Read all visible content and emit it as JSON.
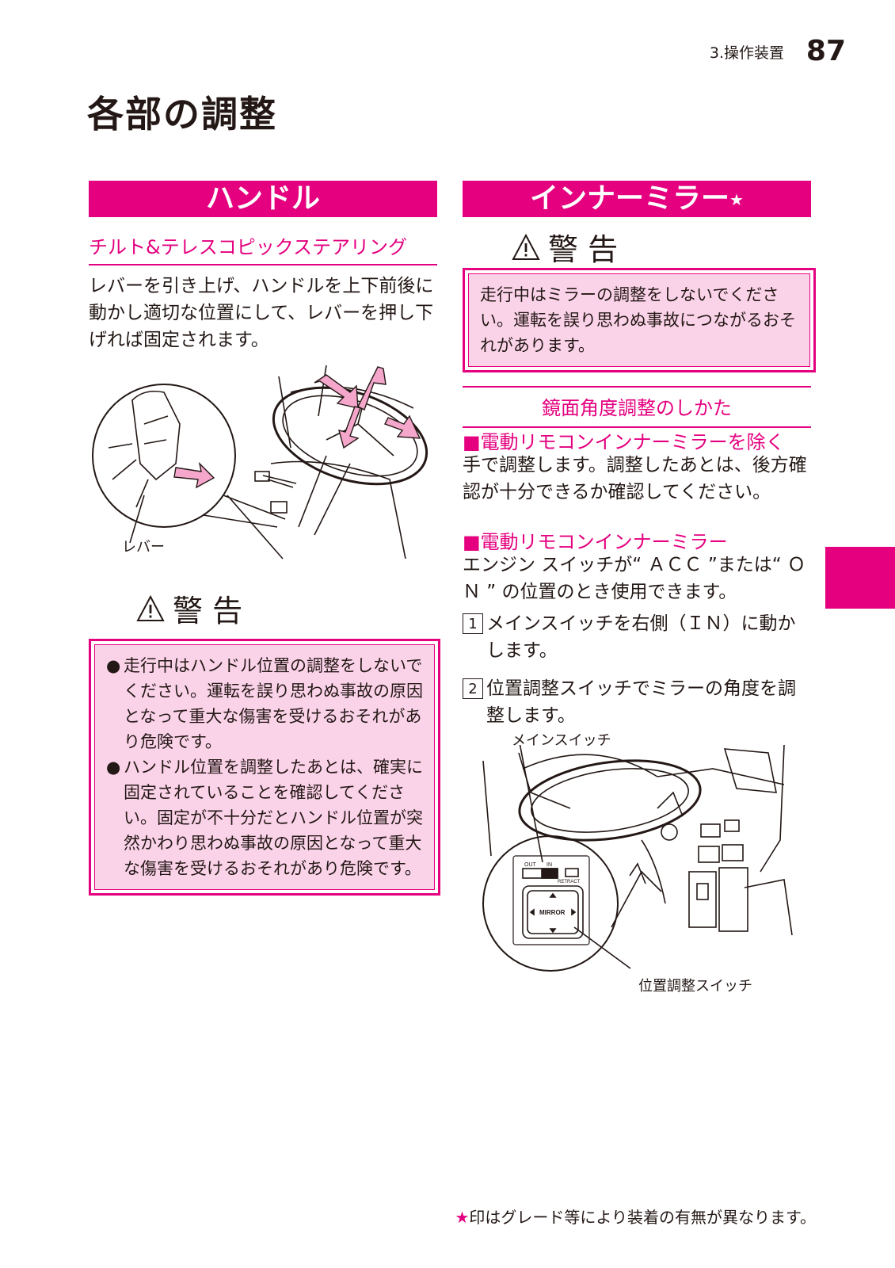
{
  "header": {
    "section": "3.操作装置",
    "page_number": "87"
  },
  "title": "各部の調整",
  "left": {
    "band": "ハンドル",
    "sub_heading": "チルト&テレスコピックステアリング",
    "body": "レバーを引き上げ、ハンドルを上下前後に動かし適切な位置にして、レバーを押し下げれば固定されます。",
    "figure_label": "レバー",
    "warning": {
      "title": "警 告",
      "bullets": [
        "走行中はハンドル位置の調整をしないでください。運転を誤り思わぬ事故の原因となって重大な傷害を受けるおそれがあり危険です。",
        "ハンドル位置を調整したあとは、確実に固定されていることを確認してください。固定が不十分だとハンドル位置が突然かわり思わぬ事故の原因となって重大な傷害を受けるおそれがあり危険です。"
      ]
    }
  },
  "right": {
    "band": "インナーミラー",
    "band_star": "★",
    "warning": {
      "title": "警 告",
      "text": "走行中はミラーの調整をしないでください。運転を誤り思わぬ事故につながるおそれがあります。"
    },
    "center_heading": "鏡面角度調整のしかた",
    "sub1": {
      "title": "■電動リモコンインナーミラーを除く",
      "body": "手で調整します。調整したあとは、後方確認が十分できるか確認してください。"
    },
    "sub2": {
      "title": "■電動リモコンインナーミラー",
      "body": "エンジン スイッチが“ ＡＣＣ ”または“ ＯＮ ” の位置のとき使用できます。",
      "steps": [
        {
          "num": "1",
          "text": "メインスイッチを右側（ＩＮ）に動かします。"
        },
        {
          "num": "2",
          "text": "位置調整スイッチでミラーの角度を調整します。"
        }
      ]
    },
    "figure_labels": {
      "main_switch": "メインスイッチ",
      "position_switch": "位置調整スイッチ",
      "out": "OUT",
      "in": "IN",
      "retract": "RETRACT",
      "mirror": "MIRROR"
    }
  },
  "footer": {
    "star": "★",
    "text": "印はグレード等により装着の有無が異なります。"
  },
  "colors": {
    "accent": "#e4007f",
    "warning_bg": "#fbd3e9",
    "text": "#231815"
  }
}
